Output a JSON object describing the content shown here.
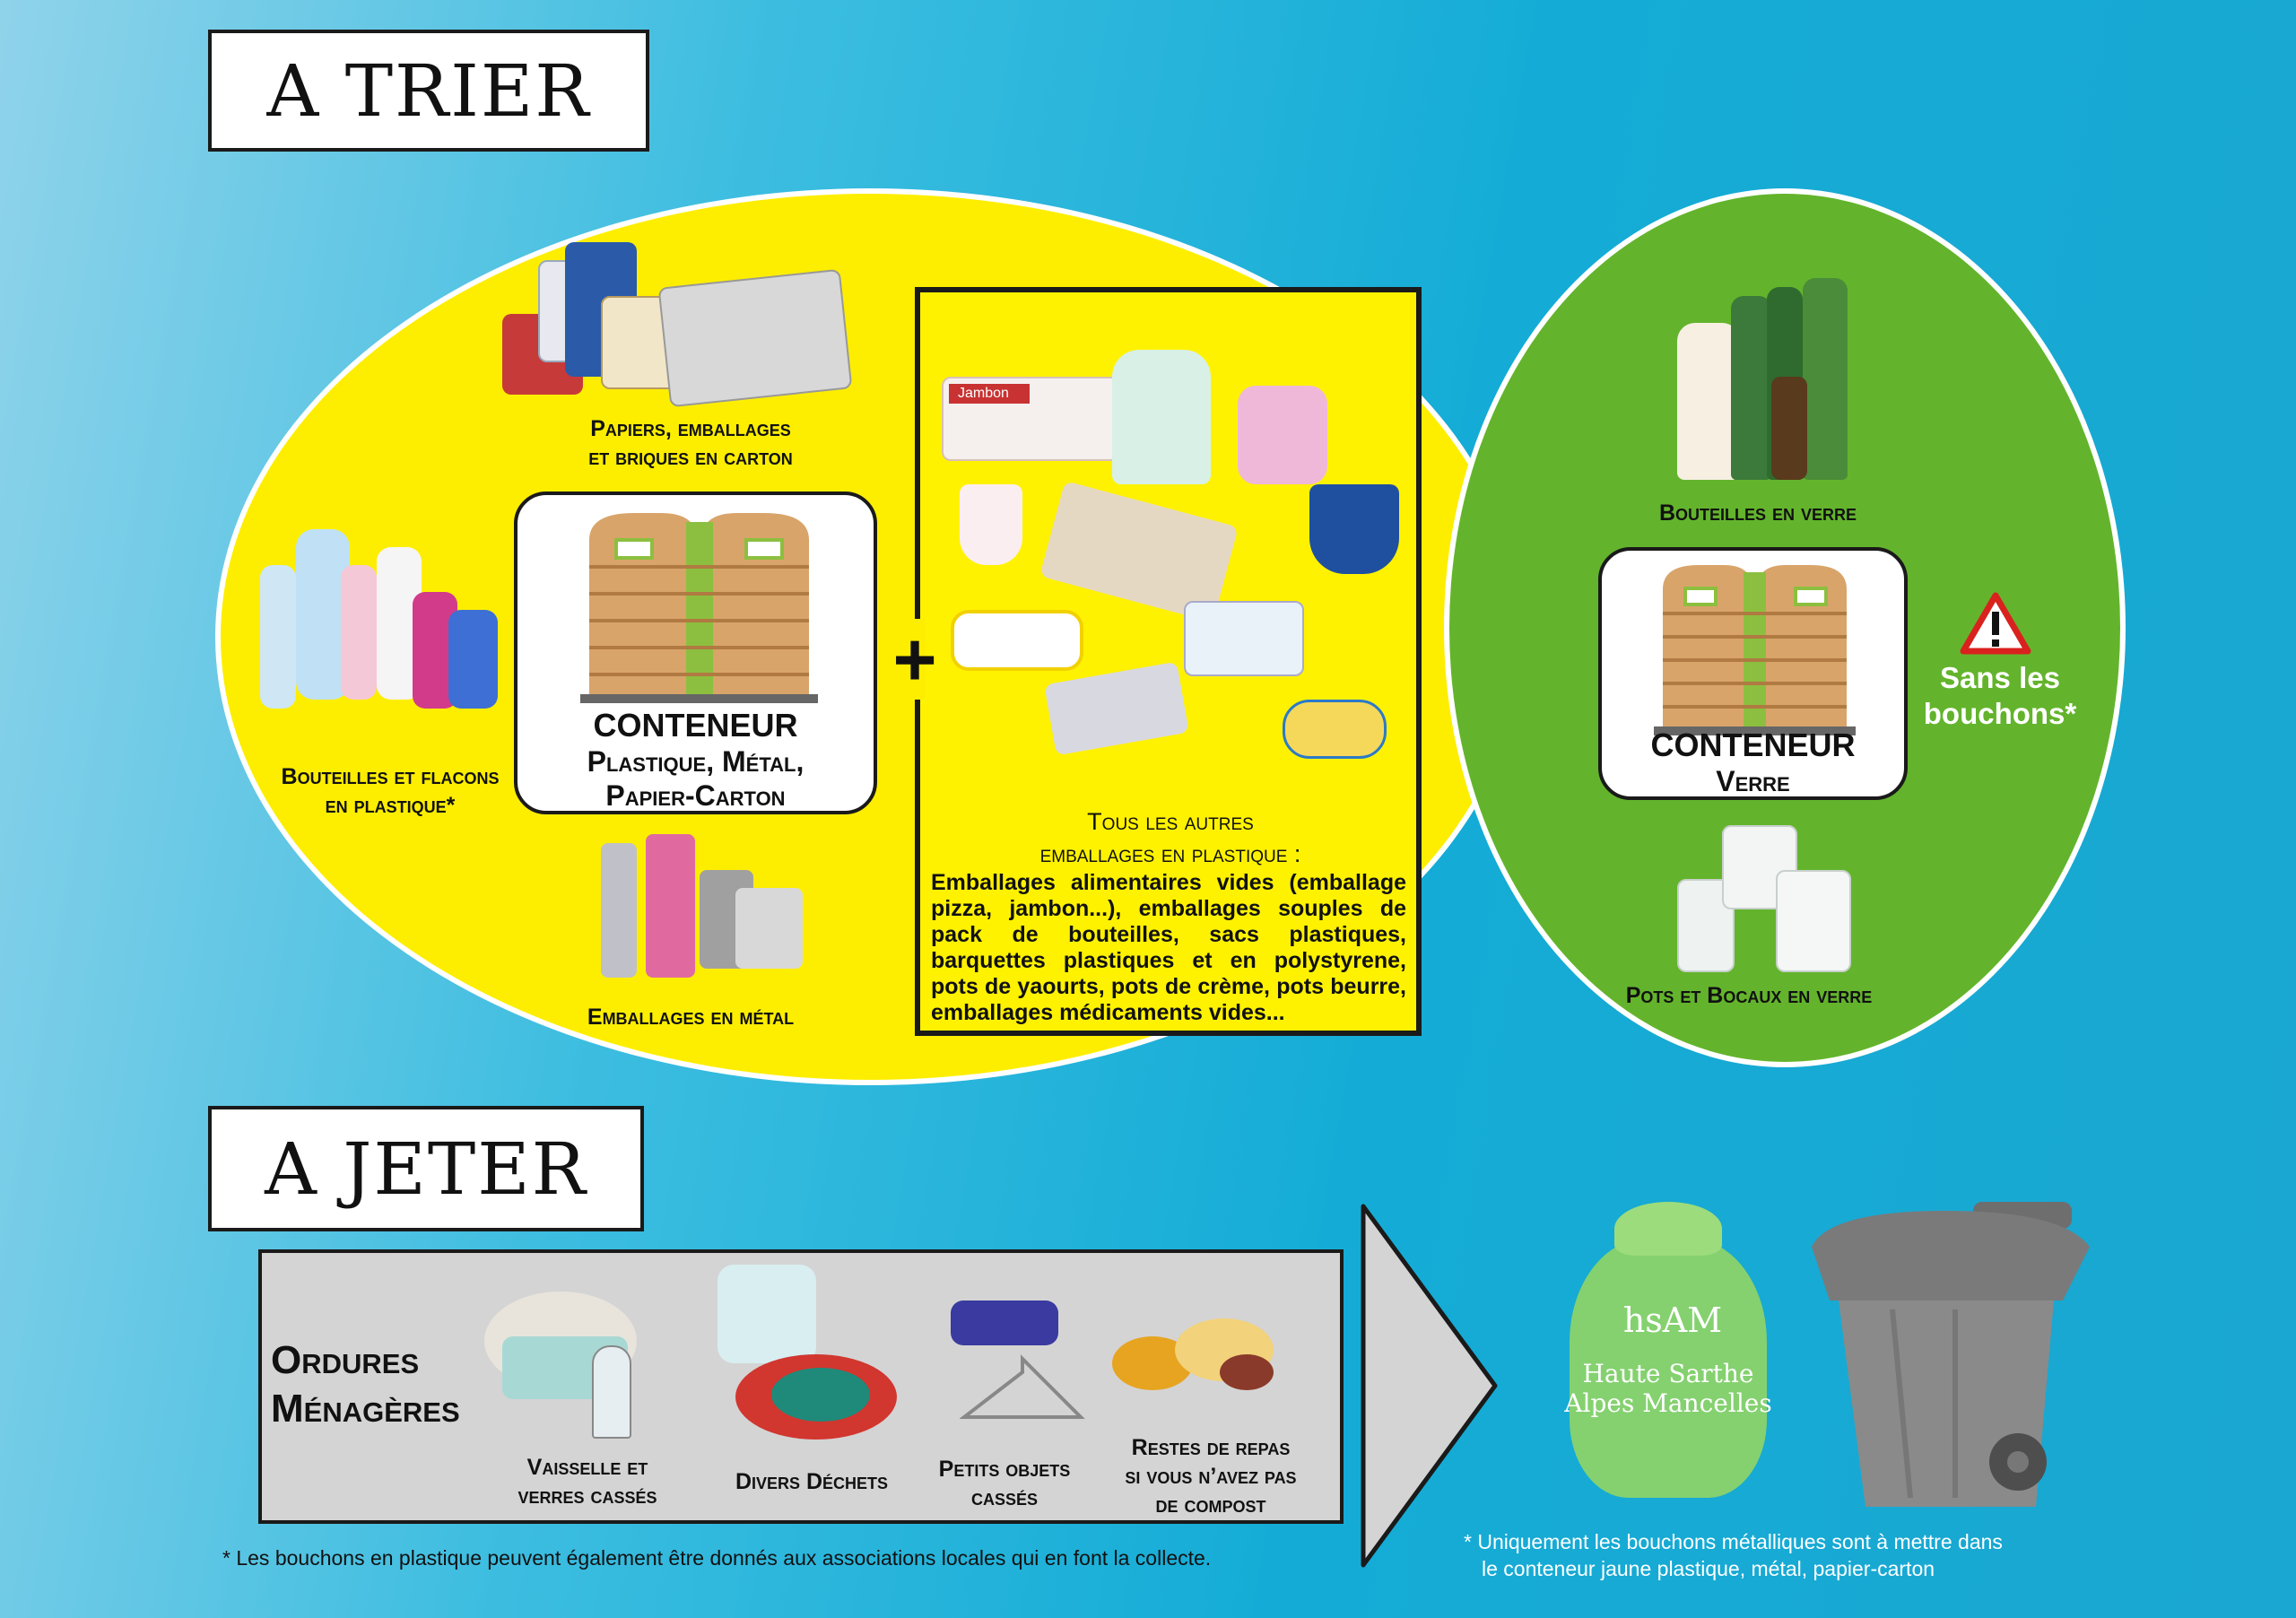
{
  "sections": {
    "sort_title": "A TRIER",
    "throw_title": "A JETER"
  },
  "yellow": {
    "paper_caption_1": "Papiers, emballages",
    "paper_caption_2": "et briques en carton",
    "bottles_caption_1": "Bouteilles et flacons",
    "bottles_caption_2": "en plastique*",
    "metal_caption": "Emballages en métal",
    "container_title": "CONTENEUR",
    "container_sub_1": "Plastique, Métal,",
    "container_sub_2": "Papier-Carton",
    "plus": "+",
    "other_title_1": "Tous les autres",
    "other_title_2": "emballages en plastique :",
    "other_text": "Emballages alimentaires vides (emballage pizza, jambon...), emballages souples de pack de bouteilles, sacs plastiques, barquettes plastiques et en polystyrene, pots de yaourts, pots de crème, pots beurre, emballages médicaments vides...",
    "ham_label": "Jambon"
  },
  "green": {
    "bottles_caption": "Bouteilles en verre",
    "container_title": "CONTENEUR",
    "container_sub": "Verre",
    "warning_1": "Sans les",
    "warning_2": "bouchons*",
    "jars_caption": "Pots et Bocaux en verre"
  },
  "waste": {
    "title_1": "Ordures",
    "title_2": "Ménagères",
    "items": [
      {
        "l1": "Vaisselle et",
        "l2": "verres cassés"
      },
      {
        "l1": "Divers Déchets",
        "l2": ""
      },
      {
        "l1": "Petits objets",
        "l2": "cassés"
      },
      {
        "l1": "Restes de repas",
        "l2": "si vous n’avez pas",
        "l3": "de compost"
      }
    ],
    "bag_logo_mark": "hsAM",
    "bag_logo_1": "Haute Sarthe",
    "bag_logo_2": "Alpes Mancelles"
  },
  "footnotes": {
    "left": "* Les bouchons en plastique peuvent également être donnés aux associations locales qui en font la collecte.",
    "right_1": "* Uniquement les bouchons métalliques sont à mettre dans",
    "right_2": "le conteneur jaune  plastique, métal, papier-carton"
  },
  "colors": {
    "yellow": "#fdee00",
    "green": "#63b42c",
    "bin_wood": "#d9a46a",
    "bin_green": "#8cbf3f",
    "warning_red": "#d9211e"
  }
}
